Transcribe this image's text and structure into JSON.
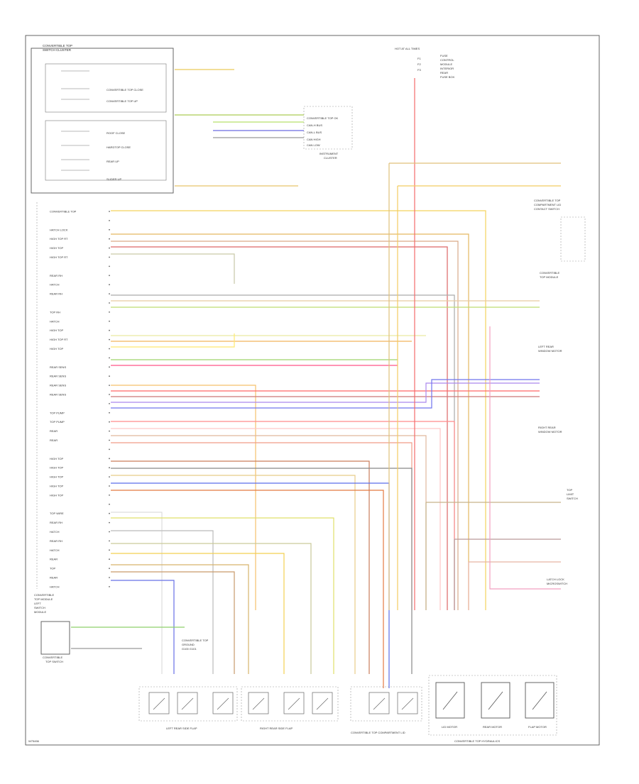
{
  "diagram": {
    "top_component": {
      "title_lines": [
        "CONVERTIBLE TOP",
        "SWITCH CLUSTER"
      ],
      "rows": [
        "CONVERTIBLE TOP CLOSE",
        "CONVERTIBLE TOP UP",
        "ROOF CLOSE",
        "HARDTOP CLOSE",
        "REAR UP",
        "SLIDER UP"
      ]
    },
    "top_right_source": [
      "HOT AT ALL TIMES",
      "F1",
      "F2",
      "F3"
    ],
    "top_right_notes": [
      "FUSE",
      "CONTROL",
      "MODULE",
      "INTERIOR",
      "REAR",
      "FUSE BOX"
    ],
    "cluster_box_title": [
      "INSTRUMENT",
      "CLUSTER"
    ],
    "cluster_box_rows": [
      "CONVERTIBLE TOP OK",
      "CAN-H BUS",
      "CAN-L BUS",
      "CAN HIGH",
      "CAN LOW"
    ],
    "left_connector_pins": [
      "CONVERTIBLE TOP",
      "",
      "HATCH LOCK",
      "HIGH TOP RT",
      "HIGH TOP",
      "HIGH TOP RT",
      "",
      "REAR RH",
      "HATCH",
      "REAR RH",
      "",
      "TOP RH",
      "HATCH",
      "HIGH TOP",
      "HIGH TOP RT",
      "HIGH TOP",
      "",
      "REAR SENS",
      "REAR SENS",
      "REAR SENS",
      "REAR SENS",
      "",
      "TOP PUMP",
      "TOP PUMP",
      "REAR",
      "REAR",
      "",
      "HIGH TOP",
      "HIGH TOP",
      "HIGH TOP",
      "HIGH TOP",
      "HIGH TOP",
      "",
      "TOP WIRE",
      "REAR RH",
      "HATCH",
      "REAR RH",
      "HATCH",
      "REAR",
      "TOP",
      "REAR",
      "HATCH",
      "REAR"
    ],
    "left_lower_block": [
      "CONVERTIBLE",
      "TOP MODULE",
      "LEFT",
      "SWITCH",
      "MODULE"
    ],
    "left_lower_switch": [
      "CONVERTIBLE",
      "TOP SWITCH"
    ],
    "ground_label": [
      "CONVERTIBLE TOP",
      "GROUND",
      "G100 G101"
    ],
    "right_labels": [
      [
        "CONVERTIBLE TOP",
        "COMPARTMENT LID",
        "CONTACT SWITCH"
      ],
      [
        "CONVERTIBLE",
        "TOP MODULE"
      ],
      [
        "LEFT REAR",
        "WINDOW MOTOR"
      ],
      [
        "RIGHT REAR",
        "WINDOW MOTOR"
      ],
      [
        "TOP",
        "LIMIT",
        "SWITCH"
      ],
      [
        "LATCH LOCK",
        "MICROSWITCH"
      ]
    ],
    "bottom_groups": [
      "LEFT REAR SIDE FLAP",
      "RIGHT REAR SIDE FLAP",
      "CONVERTIBLE TOP COMPARTMENT LID",
      "CONVERTIBLE TOP HYDRAULICS"
    ],
    "bottom_motors": [
      "LID MOTOR",
      "REAR MOTOR",
      "FLAP MOTOR"
    ],
    "footer_code": "W75456"
  }
}
